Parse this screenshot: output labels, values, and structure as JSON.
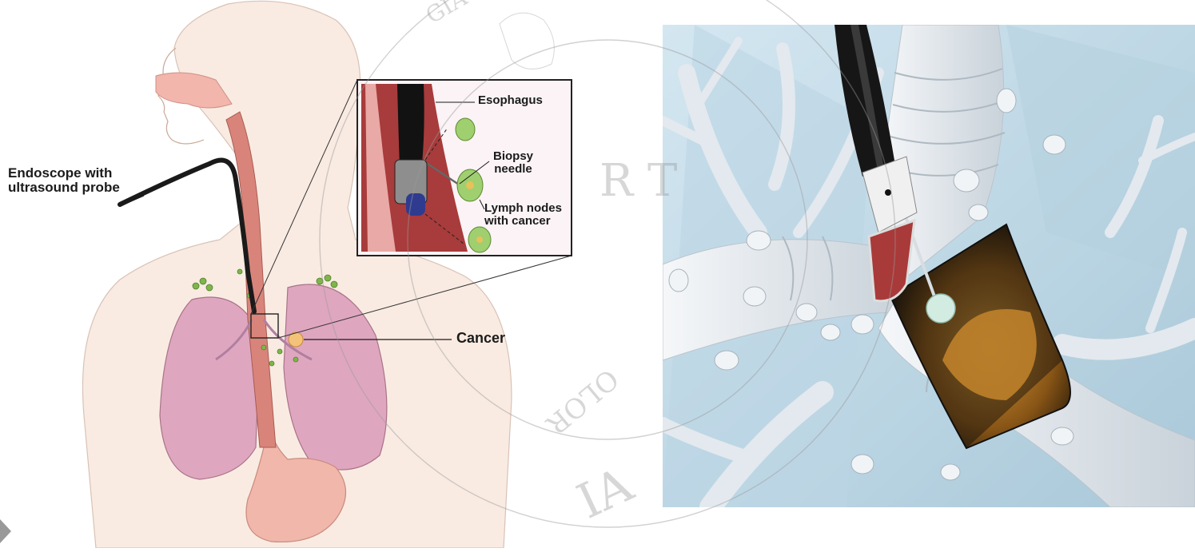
{
  "left_figure": {
    "labels": {
      "endoscope_line1": "Endoscope with",
      "endoscope_line2": "ultrasound probe",
      "cancer": "Cancer",
      "esophagus": "Esophagus",
      "needle_line1": "Biopsy",
      "needle_line2": "needle",
      "nodes_line1": "Lymph nodes",
      "nodes_line2": "with cancer"
    }
  },
  "watermark": {
    "fragments": [
      "GIA",
      "R",
      "T",
      "OLOR",
      "IA"
    ]
  },
  "colors": {
    "lung": "#dfa6bf",
    "skin": "#f9ebe2",
    "esophagus": "#d9847a",
    "scope": "#1a1a1a",
    "airway": "#e6ebf0",
    "background_blue": "#c8dfeb",
    "ultrasound": "#b8781c",
    "lymph_node": "#7db64a"
  }
}
